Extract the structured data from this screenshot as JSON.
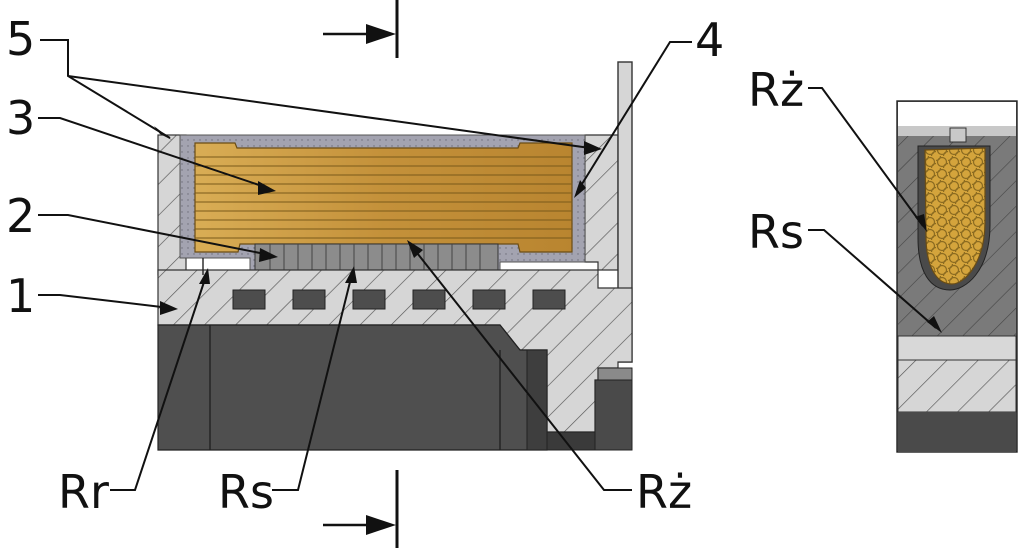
{
  "labels": {
    "n5": "5",
    "n4": "4",
    "n3": "3",
    "n2": "2",
    "n1": "1",
    "rr": "Rr",
    "rs": "Rs",
    "rz": "Rż",
    "detail_rz": "Rż",
    "detail_rs": "Rs"
  },
  "colors": {
    "copper": "#c99a3c",
    "housing_light": "#d9d9d9",
    "housing_dark": "#4f4f4f",
    "insulation": "#9a9aa8",
    "stator_teeth": "#8a8a8a",
    "background": "#ffffff"
  }
}
